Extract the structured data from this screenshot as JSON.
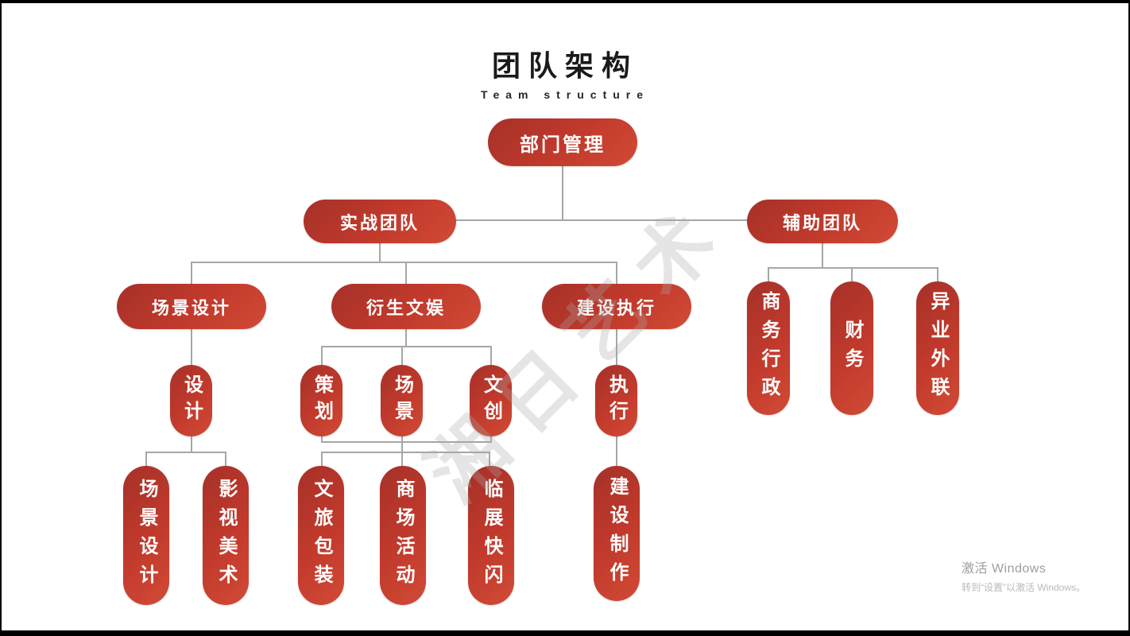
{
  "title": {
    "main": "团队架构",
    "subtitle": "Team structure"
  },
  "colors": {
    "pill_red_dark": "#a63129",
    "pill_red": "#c23a2c",
    "pill_red_light": "#d14b36",
    "connector_gray": "#a6a6a6",
    "text_white": "#ffffff"
  },
  "nodes": {
    "dept": "部门管理",
    "combat": "实战团队",
    "aux": "辅助团队",
    "scene_design": "场景设计",
    "derivative": "衍生文娱",
    "construction": "建设执行",
    "design": "设计",
    "planning": "策划",
    "scene": "场景",
    "cultural": "文创",
    "execution": "执行",
    "biz_admin": "商务行政",
    "finance": "财务",
    "external": "异业外联",
    "scene_design_sub": "场景设计",
    "film_art": "影视美术",
    "tourism_pack": "文旅包装",
    "mall_events": "商场活动",
    "popup_flash": "临展快闪",
    "build_make": "建设制作"
  },
  "watermark": {
    "text": "湘日艺术"
  },
  "windows_activation": {
    "line1": "激活 Windows",
    "line2": "转到“设置”以激活 Windows。"
  }
}
